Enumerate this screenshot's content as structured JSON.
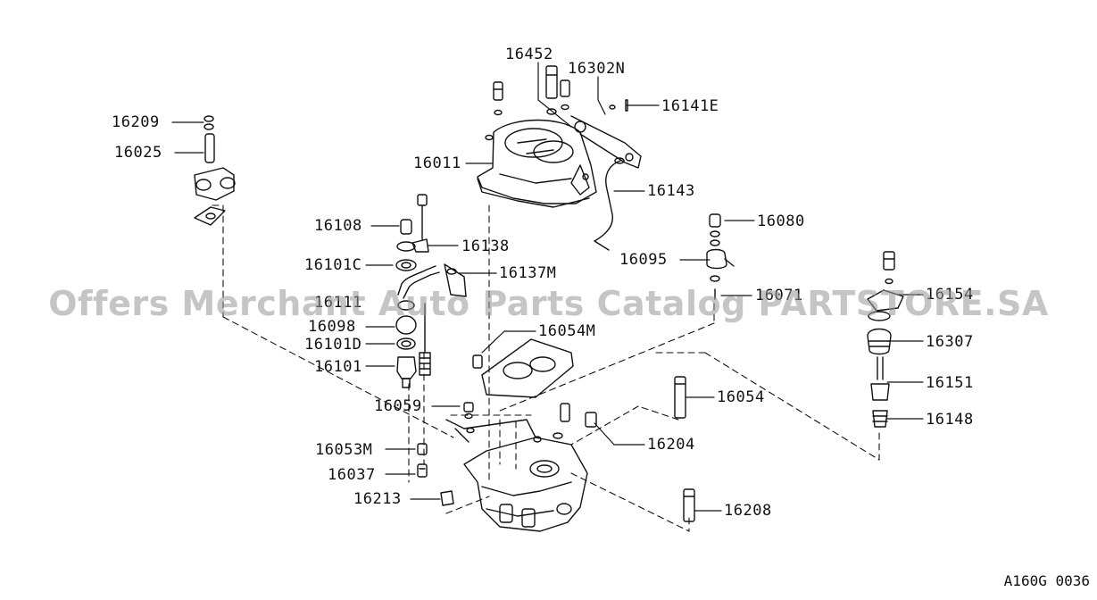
{
  "labels": {
    "p16452": "16452",
    "p16302N": "16302N",
    "p16141E": "16141E",
    "p16209": "16209",
    "p16025": "16025",
    "p16011": "16011",
    "p16143": "16143",
    "p16108": "16108",
    "p16138": "16138",
    "p16080": "16080",
    "p16101C": "16101C",
    "p16137M": "16137M",
    "p16095": "16095",
    "p16111": "16111",
    "p16071": "16071",
    "p16154": "16154",
    "p16098": "16098",
    "p16101D": "16101D",
    "p16307": "16307",
    "p16054M": "16054M",
    "p16101": "16101",
    "p16151": "16151",
    "p16054": "16054",
    "p16059": "16059",
    "p16148": "16148",
    "p16053M": "16053M",
    "p16204": "16204",
    "p16037": "16037",
    "p16213": "16213",
    "p16208": "16208"
  },
  "watermark": "Offers Merchant Auto Parts Catalog PARTSTORE.SA",
  "figure_code": "A160G 0036",
  "colors": {
    "line": "#111111",
    "watermark": "#969696",
    "background": "#ffffff"
  }
}
